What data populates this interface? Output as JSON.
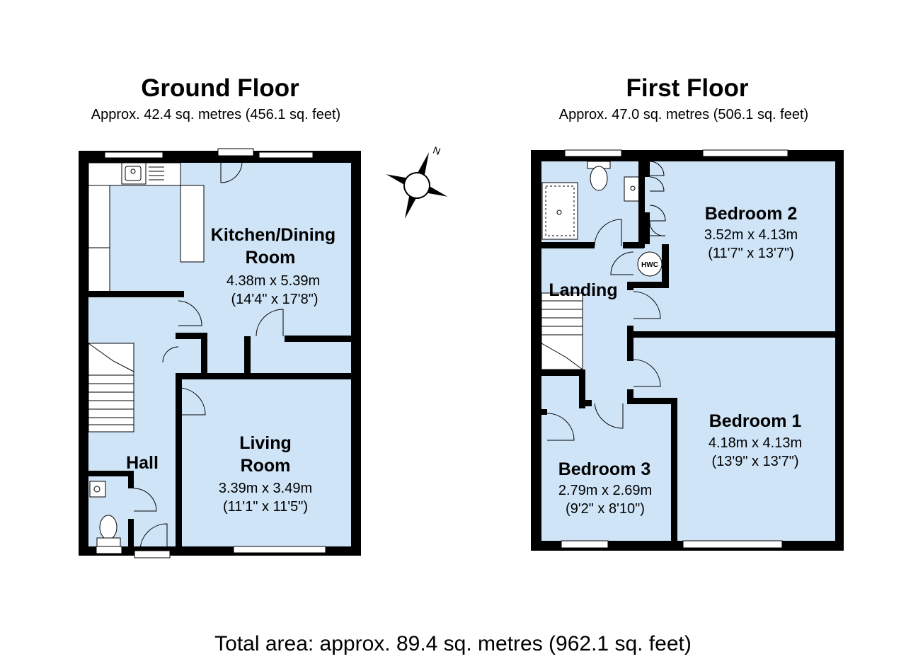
{
  "ground_floor": {
    "title": "Ground Floor",
    "area": "Approx.  42.4 sq. metres (456.1 sq. feet)",
    "rooms": [
      {
        "name_lines": [
          "Kitchen/Dining",
          "Room"
        ],
        "metric": "4.38m x 5.39m",
        "imperial": "(14'4\" x 17'8\")"
      },
      {
        "name_lines": [
          "Living",
          "Room"
        ],
        "metric": "3.39m x 3.49m",
        "imperial": "(11'1\" x 11'5\")"
      },
      {
        "name_lines": [
          "Hall"
        ]
      }
    ]
  },
  "first_floor": {
    "title": "First Floor",
    "area": "Approx.  47.0 sq. metres (506.1 sq. feet)",
    "rooms": [
      {
        "name_lines": [
          "Bedroom 2"
        ],
        "metric": "3.52m x 4.13m",
        "imperial": "(11'7\" x 13'7\")"
      },
      {
        "name_lines": [
          "Bedroom 1"
        ],
        "metric": "4.18m x 4.13m",
        "imperial": "(13'9\" x 13'7\")"
      },
      {
        "name_lines": [
          "Bedroom 3"
        ],
        "metric": "2.79m x 2.69m",
        "imperial": "(9'2\" x 8'10\")"
      },
      {
        "name_lines": [
          "Landing"
        ]
      }
    ],
    "fixtures": {
      "hwc": "HWC"
    }
  },
  "compass": {
    "north_label": "N"
  },
  "total_area": "Total area: approx.  89.4 sq. metres (962.1 sq. feet)",
  "colors": {
    "room_fill": "#cfe4f7",
    "wall": "#000000",
    "fixture_fill": "#ffffff"
  }
}
